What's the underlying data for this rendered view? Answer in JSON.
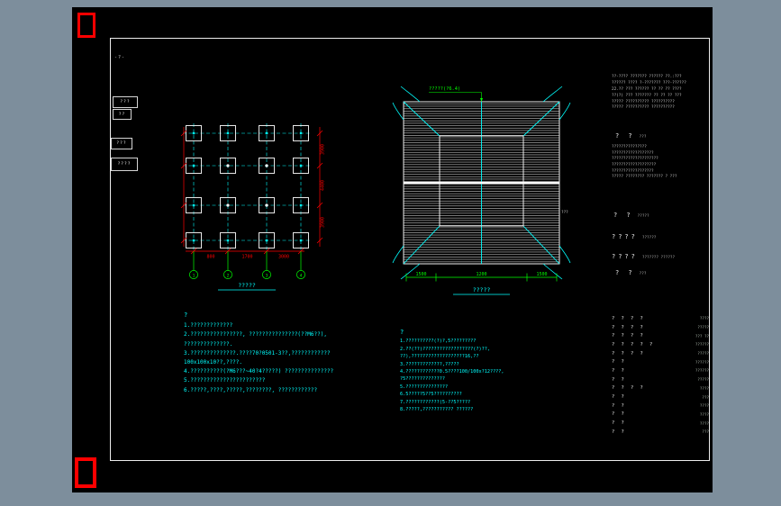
{
  "sheet": {
    "corner_mark": "-?-"
  },
  "stamps": {
    "s1": "???",
    "s2": "??",
    "s3": "???",
    "s4": "????"
  },
  "foundation": {
    "label": "?????",
    "dims_right": [
      "3900",
      "4400",
      "3900"
    ],
    "dims_bottom": [
      "800",
      "1700",
      "3000"
    ],
    "bubbles": [
      "1",
      "2",
      "3",
      "4"
    ]
  },
  "roof": {
    "top_label": "?????(?6.4)",
    "side_label": "???",
    "dims": [
      "1500",
      "1200",
      "1500"
    ],
    "label": "?????"
  },
  "right_panel": {
    "header_lines": [
      "??-???? ??????? ?????? ??.:???",
      "?????? ???? ?-??????? ???-??????",
      "22.?? ??? ?????? ?? ?? ?? ????",
      "??(?) ??? ??????? ?? ?? ?? ???",
      "????? ?????????? ??????????",
      "????? ?????????? ??????????"
    ],
    "sec1_big": "? ?",
    "sec1_small": "???",
    "sec1_lines": [
      "???????????????",
      "??????????????????",
      "????????????????????",
      "???????????????????",
      "??????????????????",
      "????? ???????? ??????? ? ???"
    ],
    "item1_big": "? ?",
    "item1_small": "?????",
    "item2_big": "????",
    "item2_small": "??????",
    "item3_big": "????",
    "item3_small": "??????? ??????",
    "item4_big": "? ?",
    "item4_small": "???",
    "legend_rows": [
      {
        "l": "? ? ? ?",
        "r": "????"
      },
      {
        "l": "? ? ? ?",
        "r": "?????"
      },
      {
        "l": "? ? ? ?",
        "r": "??? ??"
      },
      {
        "l": "? ? ? ? ?",
        "r": "??????"
      },
      {
        "l": "? ? ? ?",
        "r": "?????"
      },
      {
        "l": "?  ?",
        "r": "??????"
      },
      {
        "l": "?  ?",
        "r": "??????"
      },
      {
        "l": "?  ?",
        "r": "?????"
      },
      {
        "l": "? ? ? ?",
        "r": "????"
      },
      {
        "l": "?  ?",
        "r": "???"
      },
      {
        "l": "?  ?",
        "r": "????"
      },
      {
        "l": "? ?",
        "r": "????"
      },
      {
        "l": "?  ?",
        "r": "????"
      },
      {
        "l": "?  ?",
        "r": "???"
      }
    ]
  },
  "notes_left": {
    "title": "?",
    "lines": [
      "1.?????????????",
      "2.????????????????, ???????????????(??M6??),",
      "   ??????????????.",
      "3.??????????????.????70?0501-3??,????????????",
      "   100x100x10??,????.",
      "4.??????????(?M6???~40?4?????) ???????????????",
      "5.???????????????????????",
      "6.?????,????,?????,????????, ????????????"
    ]
  },
  "notes_right": {
    "title": "?",
    "lines": [
      "1.??????????(?)?,5?????????",
      "2.??(??)??????????????????(?)??,",
      "   ??),???????????????????16,??",
      "3.?????????????,?????",
      "4.????????????0.5????100/100x?12????,",
      "   ?5??????????????",
      "5.???????????????",
      "6.5?????5??5??????????",
      "7.????????????(5-??5?????",
      "8.?????,??????????? ??????"
    ]
  }
}
